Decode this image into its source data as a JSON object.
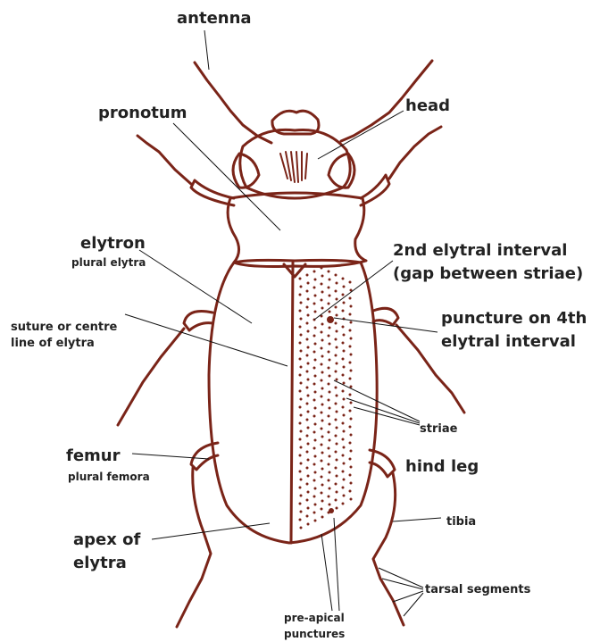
{
  "colors": {
    "outline": "#7a2418",
    "leader": "#111111",
    "text": "#222222",
    "background": "#ffffff"
  },
  "labels": {
    "antenna": "antenna",
    "pronotum": "pronotum",
    "head": "head",
    "elytron": "elytron",
    "elytron_plural": "plural elytra",
    "interval_line1": "2nd elytral interval",
    "interval_line2": "(gap between striae)",
    "suture_line1": "suture or centre",
    "suture_line2": "line of elytra",
    "puncture_line1": "puncture on 4th",
    "puncture_line2": "elytral interval",
    "striae": "striae",
    "femur": "femur",
    "femur_plural": "plural femora",
    "hind_leg": "hind leg",
    "apex_line1": "apex of",
    "apex_line2": "elytra",
    "tibia": "tibia",
    "tarsal": "tarsal segments",
    "preapical_line1": "pre-apical",
    "preapical_line2": "punctures"
  }
}
